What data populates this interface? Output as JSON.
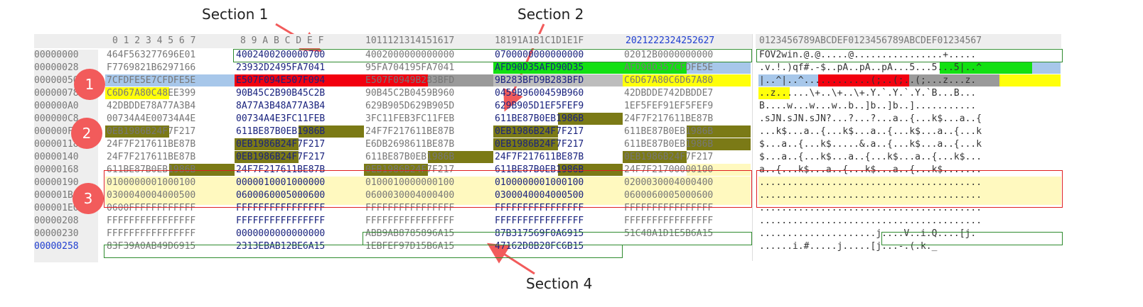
{
  "callouts": {
    "section1": "Section 1",
    "section2": "Section 2",
    "section4": "Section 4",
    "badge1": "1",
    "badge2": "2",
    "badge3": "3"
  },
  "header": {
    "hex_cols_a": "0 1 2 3 4 5 6 7",
    "hex_cols_b": "8 9 A B C D E F",
    "hex_cols_c": "1011121314151617",
    "hex_cols_d": "18191A1B1C1D1E1F",
    "hex_cols_e": "2021222324252627",
    "ascii_cols": "0123456789ABCDEF0123456789ABCDEF01234567"
  },
  "rows": [
    {
      "offset": "00000000",
      "c": [
        "464F563277696E01",
        "4002400200000700",
        "4002000000000000",
        "0700000000000000",
        "02012B0000000000"
      ],
      "ascii": "FOV2win.@.@.....@................+....."
    },
    {
      "offset": "00000028",
      "c": [
        "F7769821B6297166",
        "23932D2495FA7041",
        "95FA704195FA7041",
        "AFD90D35AFD90D35",
        "AFD90D357CFDFE5E"
      ],
      "ascii": ".v.!.)qf#.-$..pA..pA..pA...5...5...5|..^"
    },
    {
      "offset": "00000050",
      "c": [
        "7CFDFE5E7CFDFE5E",
        "E507F094E507F094",
        "E507F0949B283BFD",
        "9B283BFD9B283BFD",
        "C6D67A80C6D67A80"
      ],
      "ascii": "|..^|..^............(;..(;..(;...z...z."
    },
    {
      "offset": "00000078",
      "c": [
        "C6D67A80C48EE399",
        "90B45C2B90B45C2B",
        "90B45C2B0459B960",
        "0459B9600459B960",
        "42DBDDE742DBDDE7"
      ],
      "ascii": "..z......\\+..\\+..\\+.Y.`.Y.`.Y.`B...B..."
    },
    {
      "offset": "000000A0",
      "c": [
        "42DBDDE78A77A3B4",
        "8A77A3B48A77A3B4",
        "629B905D629B905D",
        "629B905D1EF5FEF9",
        "1EF5FEF91EF5FEF9"
      ],
      "ascii": "B....w...w...w..b..]b..]b..]..........."
    },
    {
      "offset": "000000C8",
      "c": [
        "00734A4E00734A4E",
        "00734A4E3FC11FEB",
        "3FC11FEB3FC11FEB",
        "611BE87B0EB1986B",
        "24F7F217611BE87B"
      ],
      "ascii": ".sJN.sJN.sJN?...?...?...a..{...k$...a..{"
    },
    {
      "offset": "000000F0",
      "c": [
        "0EB1986B24F7F217",
        "611BE87B0EB1986B",
        "24F7F217611BE87B",
        "0EB1986B24F7F217",
        "611BE87B0EB1986B"
      ],
      "ascii": "...k$...a..{...k$...a..{...k$...a..{...k"
    },
    {
      "offset": "00000118",
      "c": [
        "24F7F217611BE87B",
        "0EB1986B24F7F217",
        "E6DB2698611BE87B",
        "0EB1986B24F7F217",
        "611BE87B0EB1986B"
      ],
      "ascii": "$...a..{...k$.....&.a..{...k$...a..{...k"
    },
    {
      "offset": "00000140",
      "c": [
        "24F7F217611BE87B",
        "0EB1986B24F7F217",
        "611BE87B0EB1986B",
        "24F7F217611BE87B",
        "0EB1986B24F7F217"
      ],
      "ascii": "$...a..{...k$...a..{...k$...a..{...k$..."
    },
    {
      "offset": "00000168",
      "c": [
        "611BE87B0EB1986B",
        "24F7F217611BE87B",
        "0EB1986B24F7F217",
        "611BE87B0EB1986B",
        "24F7F21700000100"
      ],
      "ascii": "a..{...k$...a..{...k$...a..{...k$......."
    },
    {
      "offset": "00000190",
      "c": [
        "0100000001000100",
        "0000010001000000",
        "0100010000000100",
        "0100000001000100",
        "0200030004000400"
      ],
      "ascii": "........................................"
    },
    {
      "offset": "000001B8",
      "c": [
        "0300040004000500",
        "0600060005000600",
        "0600030004000400",
        "0300040004000500",
        "0600060005000600"
      ],
      "ascii": "........................................"
    },
    {
      "offset": "000001E0",
      "c": [
        "0600FFFFFFFFFFFF",
        "FFFFFFFFFFFFFFFF",
        "FFFFFFFFFFFFFFFF",
        "FFFFFFFFFFFFFFFF",
        "FFFFFFFFFFFFFFFF"
      ],
      "ascii": "........................................"
    },
    {
      "offset": "00000208",
      "c": [
        "FFFFFFFFFFFFFFFF",
        "FFFFFFFFFFFFFFFF",
        "FFFFFFFFFFFFFFFF",
        "FFFFFFFFFFFFFFFF",
        "FFFFFFFFFFFFFFFF"
      ],
      "ascii": "........................................"
    },
    {
      "offset": "00000230",
      "c": [
        "FFFFFFFFFFFFFFFF",
        "0000000000000000",
        "ABB9AB8785896A15",
        "87B317569F0A6915",
        "51C48A1D1E5B6A15"
      ],
      "ascii": ".....................j....V..i.Q....[j."
    },
    {
      "offset": "00000258",
      "c": [
        "83F39A0AB49D6915",
        "2313EBAB12BE6A15",
        "1EBFEF97D15B6A15",
        "47162D8B28FC6B15",
        ""
      ],
      "ascii": "......i.#.....j.....[j...-.(.k._"
    }
  ],
  "colors": {
    "section1_box": "#2e8b2e",
    "section3_box": "#e02020",
    "section4_box": "#2e8b2e",
    "badge": "#f25b5b",
    "arrow": "#f25b5b"
  }
}
